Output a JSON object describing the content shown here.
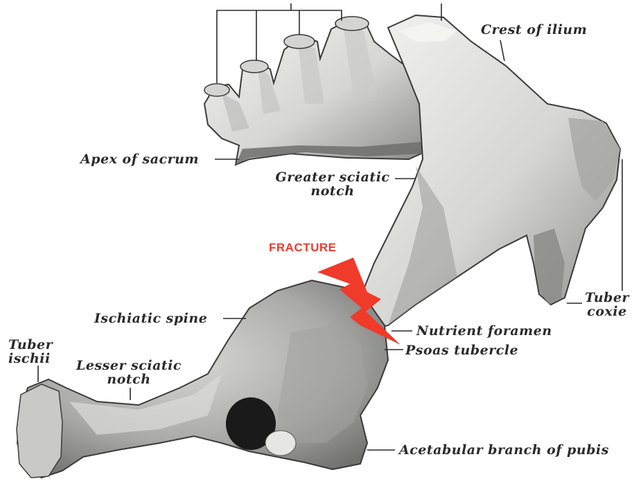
{
  "labels": {
    "crest_of_ilium": "Crest of ilium",
    "apex_of_sacrum": "Apex of sacrum",
    "greater_sciatic_notch_1": "Greater sciatic",
    "greater_sciatic_notch_2": "notch",
    "fracture": "FRACTURE",
    "tuber_coxae_1": "Tuber",
    "tuber_coxae_2": "coxie",
    "ischiatic_spine": "Ischiatic spine",
    "nutrient_foramen": "Nutrient foramen",
    "psoas_tubercle": "Psoas tubercle",
    "tuber_ischii_1": "Tuber",
    "tuber_ischii_2": "ischii",
    "lesser_sciatic_notch_1": "Lesser sciatic",
    "lesser_sciatic_notch_2": "notch",
    "acetabular_branch": "Acetabular branch of pubis"
  },
  "colors": {
    "bone_fill": "#e4e4e2",
    "bone_shadow": "#7a7a78",
    "outline": "#3a3a3a",
    "fracture": "#f03a2a",
    "foramen": "#1a1a1a"
  }
}
